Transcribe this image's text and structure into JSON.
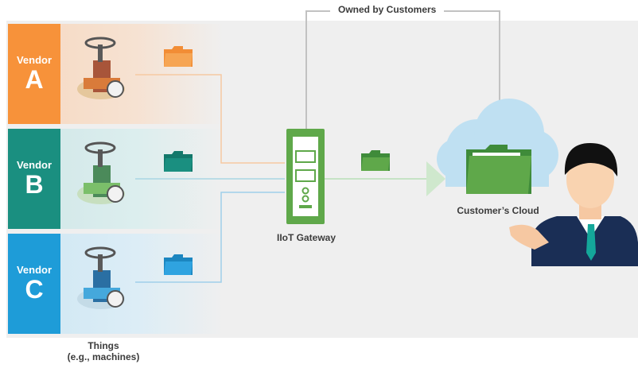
{
  "header": {
    "owned_label": "Owned by Customers"
  },
  "vendors": [
    {
      "word": "Vendor",
      "letter": "A"
    },
    {
      "word": "Vendor",
      "letter": "B"
    },
    {
      "word": "Vendor",
      "letter": "C"
    }
  ],
  "things_label": "Things\n(e.g., machines)",
  "gateway_label": "IIoT Gateway",
  "cloud_label": "Customer’s Cloud",
  "colors": {
    "vendor_a": "#f7923a",
    "vendor_b": "#1a8f80",
    "vendor_c": "#1e9cd8",
    "gateway_green": "#5fa84a",
    "cloud_blue": "#bfe0f2",
    "line_gray": "#bdbdbd"
  },
  "icons": [
    "valve-icon",
    "folder-icon",
    "gateway-device-icon",
    "arrow-icon",
    "cloud-icon",
    "person-icon"
  ]
}
